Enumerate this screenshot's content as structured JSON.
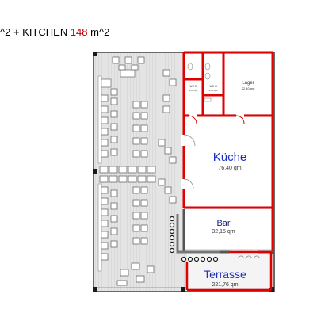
{
  "caption": {
    "prefix": "^2 + KITCHEN ",
    "value": "148",
    "suffix": " m^2"
  },
  "rooms": {
    "kuche": {
      "label": "Küche",
      "area": "76,40 qm"
    },
    "bar": {
      "label": "Bar",
      "area": "32,15 qm"
    },
    "terrasse": {
      "label": "Terrasse",
      "area": "221,76 qm"
    },
    "lager": {
      "label": "Lager",
      "area": "22,40 qm"
    },
    "wc1": {
      "label": "WC D",
      "area": "4,00 qm"
    },
    "wc2": {
      "label": "WC H",
      "area": "4,00 qm"
    }
  },
  "colors": {
    "wall_red": "#e00000",
    "wall_gray": "#555555",
    "floor": "#e2e2e2",
    "accent_blue": "#1c2fbf",
    "value_red": "#c00000"
  }
}
